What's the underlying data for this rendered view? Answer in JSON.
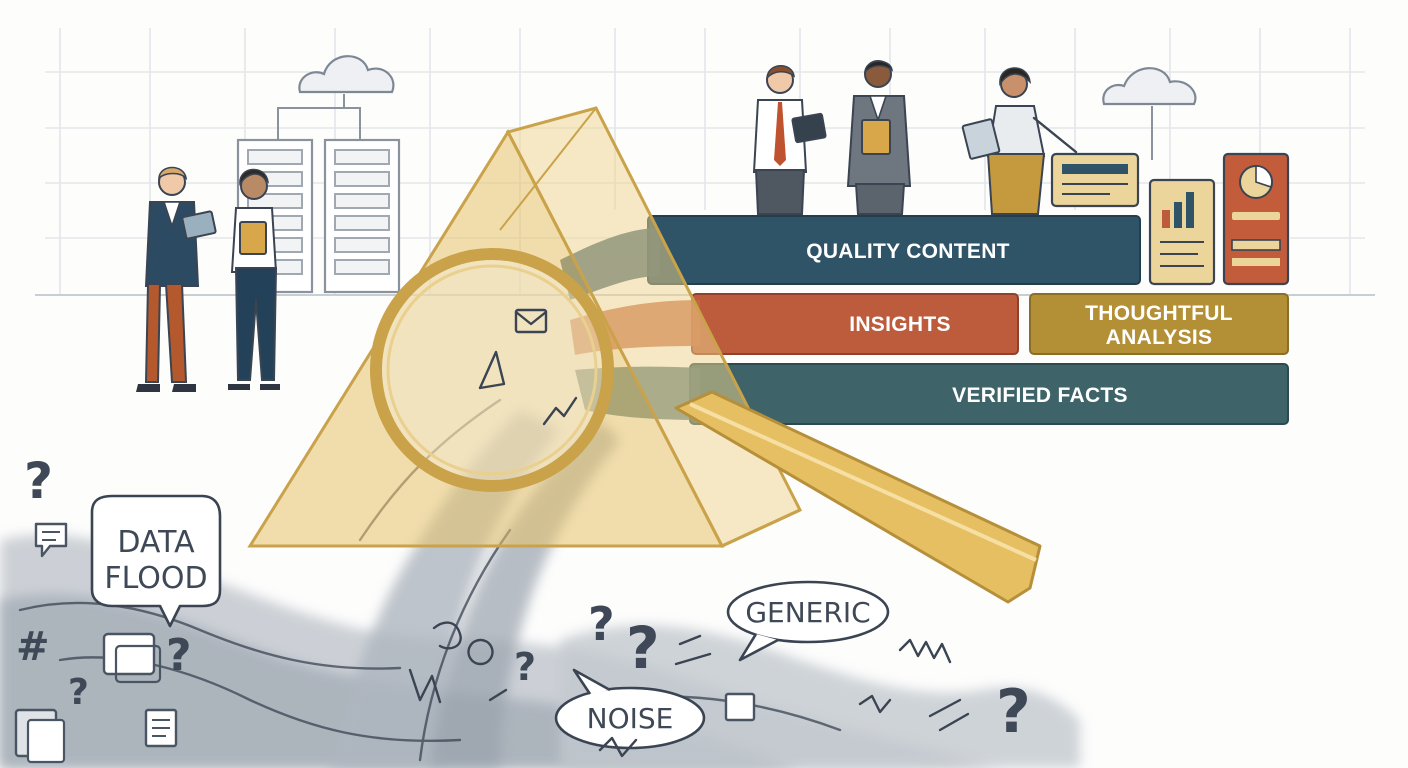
{
  "stack": {
    "quality_content": "QUALITY CONTENT",
    "insights": "INSIGHTS",
    "thoughtful_analysis_line1": "THOUGHTFUL",
    "thoughtful_analysis_line2": "ANALYSIS",
    "verified_facts": "VERIFIED FACTS"
  },
  "bubbles": {
    "data_flood_line1": "DATA",
    "data_flood_line2": "FLOOD",
    "generic": "GENERIC",
    "noise": "NOISE"
  },
  "icons": [
    "cloud-icon",
    "server-rack-icon",
    "magnifying-glass-icon",
    "prism-icon",
    "envelope-icon",
    "bar-chart-icon",
    "pie-chart-icon",
    "document-icon",
    "question-mark-icon",
    "hashtag-icon",
    "chat-bubble-icon"
  ],
  "colors": {
    "quality_content": "#2f5467",
    "insights": "#bd5c3c",
    "thoughtful_analysis": "#b38f36",
    "verified_facts": "#3e6469",
    "prism": "#e8c26a",
    "noise_gray": "#9aa3ad"
  }
}
